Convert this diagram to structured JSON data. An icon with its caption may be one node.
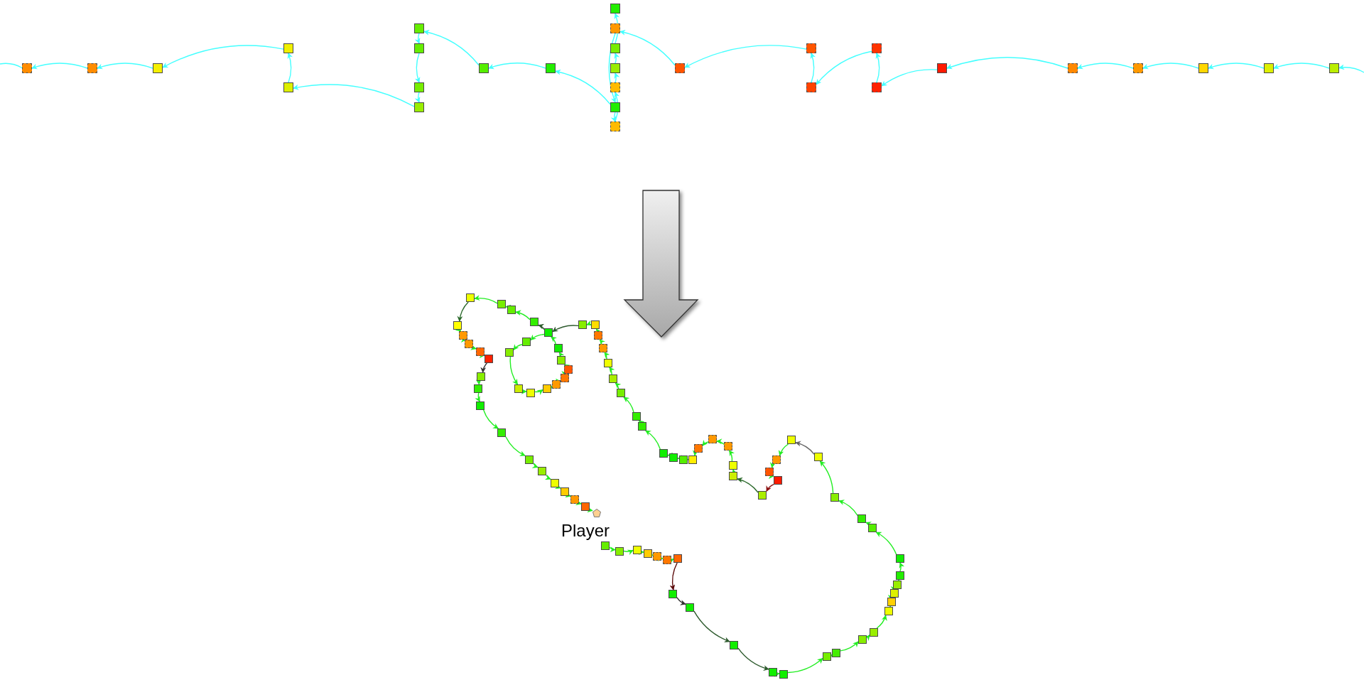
{
  "diagram": {
    "nodes": [
      {
        "text": [],
        "shape": "box"
      },
      {
        "text": [],
        "shape": "box"
      },
      {
        "text": [],
        "shape": "box"
      },
      {
        "text": [],
        "shape": "box"
      },
      {
        "text": [],
        "shape": "box"
      },
      {
        "text": [],
        "shape": "box"
      },
      {
        "text": [],
        "shape": "box"
      },
      {
        "text": [],
        "shape": "box"
      },
      {
        "text": [],
        "shape": "box"
      },
      {
        "text": [],
        "shape": "box"
      },
      {
        "text": [],
        "shape": "box"
      },
      {
        "text": [],
        "shape": "box"
      },
      {
        "text": [],
        "shape": "box"
      },
      {
        "text": [],
        "shape": "box"
      },
      {
        "text": [],
        "shape": "box"
      },
      {
        "text": [],
        "shape": "box"
      },
      {
        "text": [],
        "shape": "box"
      },
      {
        "text": [],
        "shape": "box"
      },
      {
        "text": [],
        "shape": "box"
      },
      {
        "text": [],
        "shape": "box"
      },
      {
        "text": [],
        "shape": "box"
      },
      {
        "text": [],
        "shape": "box"
      },
      {
        "text": [],
        "shape": "box"
      },
      {
        "text": [],
        "shape": "box"
      },
      {
        "text": [],
        "shape": "box"
      },
      {
        "text": [],
        "shape": "box"
      },
      {
        "text": [],
        "shape": "box"
      },
      {
        "text": [],
        "shape": "box"
      },
      {
        "text": [],
        "shape": "box"
      },
      {
        "text": [],
        "shape": "box"
      },
      {
        "text": [],
        "shape": "box"
      },
      {
        "text": [],
        "shape": "box"
      },
      {
        "text": [],
        "shape": "box"
      },
      {
        "text": [],
        "shape": "box"
      },
      {
        "text": [],
        "shape": "box"
      },
      {
        "text": [],
        "shape": "box"
      },
      {
        "text": [],
        "shape": "box"
      },
      {
        "text": [],
        "shape": "box"
      },
      {
        "text": [],
        "shape": "box"
      },
      {
        "text": [],
        "shape": "box"
      },
      {
        "text": [],
        "shape": "box"
      },
      {
        "text": [],
        "shape": "box"
      },
      {
        "text": [],
        "shape": "box"
      },
      {
        "text": [],
        "shape": "box"
      },
      {
        "text": [],
        "shape": "box"
      },
      {
        "text": [],
        "shape": "box"
      },
      {
        "text": [],
        "shape": "box"
      },
      {
        "text": [],
        "shape": "box"
      },
      {
        "text": [],
        "shape": "box"
      },
      {
        "text": [],
        "shape": "box"
      },
      {
        "text": [],
        "shape": "box"
      },
      {
        "text": [],
        "shape": "box"
      },
      {
        "text": [],
        "shape": "box"
      },
      {
        "text": [],
        "shape": "box"
      },
      {
        "text": [],
        "shape": "box"
      },
      {
        "text": [],
        "shape": "box"
      },
      {
        "text": [],
        "shape": "box"
      },
      {
        "text": [],
        "shape": "box"
      },
      {
        "text": [],
        "shape": "box"
      },
      {
        "text": [],
        "shape": "box"
      },
      {
        "text": [],
        "shape": "box"
      },
      {
        "text": [],
        "shape": "box"
      },
      {
        "text": [],
        "shape": "box"
      },
      {
        "text": [],
        "shape": "box"
      },
      {
        "text": [],
        "shape": "box"
      },
      {
        "text": [],
        "shape": "box"
      },
      {
        "text": [],
        "shape": "box"
      },
      {
        "text": [],
        "shape": "box"
      },
      {
        "text": [],
        "shape": "box"
      },
      {
        "text": [],
        "shape": "box"
      },
      {
        "text": [],
        "shape": "box"
      },
      {
        "text": [],
        "shape": "box"
      },
      {
        "text": [],
        "shape": "box"
      },
      {
        "text": [],
        "shape": "box"
      },
      {
        "text": [],
        "shape": "box"
      },
      {
        "text": [],
        "shape": "box"
      },
      {
        "text": [],
        "shape": "box"
      },
      {
        "text": [],
        "shape": "box"
      },
      {
        "text": [],
        "shape": "box"
      },
      {
        "text": [],
        "shape": "box"
      },
      {
        "text": [],
        "shape": "box"
      },
      {
        "text": [],
        "shape": "box"
      },
      {
        "text": [],
        "shape": "box"
      },
      {
        "text": [],
        "shape": "box"
      },
      {
        "text": [],
        "shape": "box"
      },
      {
        "text": [],
        "shape": "box"
      },
      {
        "text": [],
        "shape": "box"
      },
      {
        "text": [],
        "shape": "box"
      },
      {
        "text": [],
        "shape": "box"
      },
      {
        "text": [],
        "shape": "box"
      },
      {
        "text": [],
        "shape": "box"
      },
      {
        "text": [],
        "shape": "box"
      },
      {
        "text": [],
        "shape": "box"
      },
      {
        "text": [],
        "shape": "box"
      },
      {
        "text": [],
        "shape": "box"
      },
      {
        "text": [],
        "shape": "box"
      },
      {
        "text": [],
        "shape": "box"
      },
      {
        "text": [],
        "shape": "box"
      },
      {
        "text": [],
        "shape": "box"
      },
      {
        "text": [],
        "shape": "box"
      },
      {
        "text": [],
        "shape": "box"
      },
      {
        "text": [],
        "shape": "box"
      },
      {
        "text": [],
        "shape": "box"
      },
      {
        "text": [],
        "shape": "box"
      },
      {
        "text": [],
        "shape": "box"
      },
      {
        "text": [],
        "shape": "box"
      },
      {
        "text": [],
        "shape": "box"
      },
      {
        "text": [],
        "shape": "box"
      },
      {
        "text": [],
        "shape": "pentagon"
      }
    ],
    "edges": [
      {
        "from": null,
        "to": 28,
        "arrow": "to",
        "color": "#44ffff"
      },
      {
        "from": 28,
        "to": 27,
        "arrow": "to",
        "color": "#44ffff"
      },
      {
        "from": 27,
        "to": 26,
        "arrow": "to",
        "color": "#44ffff"
      },
      {
        "from": 26,
        "to": 25,
        "arrow": "to",
        "color": "#44ffff"
      },
      {
        "from": 25,
        "to": 24,
        "arrow": "to",
        "color": "#44ffff"
      },
      {
        "from": 24,
        "to": 23,
        "arrow": "to",
        "color": "#44ffff"
      },
      {
        "from": 23,
        "to": 22,
        "arrow": "to",
        "color": "#44ffff"
      },
      {
        "from": 22,
        "to": 21,
        "arrow": "to",
        "color": "#44ffff"
      },
      {
        "from": 21,
        "to": 20,
        "arrow": "to",
        "color": "#44ffff"
      },
      {
        "from": 20,
        "to": 19,
        "arrow": "to",
        "color": "#44ffff"
      },
      {
        "from": 19,
        "to": 18,
        "arrow": "to",
        "color": "#44ffff"
      },
      {
        "from": 18,
        "to": 12,
        "arrow": "to",
        "color": "#44ffff"
      },
      {
        "from": 12,
        "to": 16,
        "arrow": "to",
        "color": "#44ffff"
      },
      {
        "from": 16,
        "to": 17,
        "arrow": "to",
        "color": "#44ffff"
      },
      {
        "from": 17,
        "to": 15,
        "arrow": "to",
        "color": "#44ffff"
      },
      {
        "from": 15,
        "to": 14,
        "arrow": "to",
        "color": "#44ffff"
      },
      {
        "from": 14,
        "to": 13,
        "arrow": "to",
        "color": "#44ffff"
      },
      {
        "from": 13,
        "to": 11,
        "arrow": "to",
        "color": "#44ffff"
      },
      {
        "from": 16,
        "to": 10,
        "arrow": "to",
        "color": "#44ffff"
      },
      {
        "from": 10,
        "to": 9,
        "arrow": "to",
        "color": "#44ffff"
      },
      {
        "from": 9,
        "to": 5,
        "arrow": "to",
        "color": "#44ffff"
      },
      {
        "from": 5,
        "to": 6,
        "arrow": "to",
        "color": "#44ffff"
      },
      {
        "from": 6,
        "to": 7,
        "arrow": "to",
        "color": "#44ffff"
      },
      {
        "from": 7,
        "to": 8,
        "arrow": "to",
        "color": "#44ffff"
      },
      {
        "from": 8,
        "to": 4,
        "arrow": "to",
        "color": "#44ffff"
      },
      {
        "from": 4,
        "to": 3,
        "arrow": "to",
        "color": "#44ffff"
      },
      {
        "from": 3,
        "to": 2,
        "arrow": "to",
        "color": "#44ffff"
      },
      {
        "from": 2,
        "to": 1,
        "arrow": "to",
        "color": "#44ffff"
      },
      {
        "from": 1,
        "to": 0,
        "arrow": "to",
        "color": "#44ffff"
      },
      {
        "from": 0,
        "to": null,
        "arrow": "none",
        "color": "#44ffff"
      },
      {
        "from": 29,
        "to": 30,
        "arrow": "to"
      },
      {
        "from": 30,
        "to": 31,
        "arrow": "to"
      },
      {
        "from": 31,
        "to": 32,
        "arrow": "to"
      },
      {
        "from": 32,
        "to": 33,
        "arrow": "to"
      },
      {
        "from": 33,
        "to": 34,
        "arrow": "to"
      },
      {
        "from": 34,
        "to": 35,
        "arrow": "to"
      },
      {
        "from": 35,
        "to": 36,
        "arrow": "to",
        "color": "#5a0a0a"
      },
      {
        "from": 36,
        "to": 37,
        "arrow": "to",
        "color": "#333333"
      },
      {
        "from": 37,
        "to": 38,
        "arrow": "to",
        "color": "#2d5a2d"
      },
      {
        "from": 38,
        "to": 39,
        "arrow": "to",
        "color": "#2d5a2d"
      },
      {
        "from": 39,
        "to": 40,
        "arrow": "to"
      },
      {
        "from": 40,
        "to": 41,
        "arrow": "to"
      },
      {
        "from": 41,
        "to": 42,
        "arrow": "to"
      },
      {
        "from": 42,
        "to": 43,
        "arrow": "to"
      },
      {
        "from": 43,
        "to": 44,
        "arrow": "to"
      },
      {
        "from": 44,
        "to": 45,
        "arrow": "to"
      },
      {
        "from": 45,
        "to": 46,
        "arrow": "to"
      },
      {
        "from": 46,
        "to": 47,
        "arrow": "to"
      },
      {
        "from": 47,
        "to": 48,
        "arrow": "to"
      },
      {
        "from": 48,
        "to": 49,
        "arrow": "to"
      },
      {
        "from": 49,
        "to": 50,
        "arrow": "to"
      },
      {
        "from": 50,
        "to": 51,
        "arrow": "to"
      },
      {
        "from": 51,
        "to": 52,
        "arrow": "to"
      },
      {
        "from": 52,
        "to": 53,
        "arrow": "to"
      },
      {
        "from": 53,
        "to": 54,
        "arrow": "to"
      },
      {
        "from": 54,
        "to": 55,
        "arrow": "to",
        "color": "#666666"
      },
      {
        "from": 55,
        "to": 56,
        "arrow": "to"
      },
      {
        "from": 56,
        "to": 57,
        "arrow": "to"
      },
      {
        "from": 57,
        "to": 58,
        "arrow": "to"
      },
      {
        "from": 58,
        "to": 59,
        "arrow": "to",
        "color": "#8b1010"
      },
      {
        "from": 59,
        "to": 60,
        "arrow": "to",
        "color": "#2d6b2d"
      },
      {
        "from": 60,
        "to": 61,
        "arrow": "to"
      },
      {
        "from": 61,
        "to": 62,
        "arrow": "to"
      },
      {
        "from": 62,
        "to": 63,
        "arrow": "to"
      },
      {
        "from": 63,
        "to": 64,
        "arrow": "to"
      },
      {
        "from": 64,
        "to": 65,
        "arrow": "to"
      },
      {
        "from": 65,
        "to": 66,
        "arrow": "to"
      },
      {
        "from": 66,
        "to": 67,
        "arrow": "to"
      },
      {
        "from": 67,
        "to": 68,
        "arrow": "to"
      },
      {
        "from": 68,
        "to": 69,
        "arrow": "to"
      },
      {
        "from": 69,
        "to": 70,
        "arrow": "to"
      },
      {
        "from": 70,
        "to": 71,
        "arrow": "to"
      },
      {
        "from": 71,
        "to": 72,
        "arrow": "to"
      },
      {
        "from": 72,
        "to": 73,
        "arrow": "to"
      },
      {
        "from": 73,
        "to": 74,
        "arrow": "to"
      },
      {
        "from": 74,
        "to": 75,
        "arrow": "to"
      },
      {
        "from": 75,
        "to": 76,
        "arrow": "to"
      },
      {
        "from": 76,
        "to": 77,
        "arrow": "to"
      },
      {
        "from": 77,
        "to": 78,
        "arrow": "to",
        "color": "#2d5a2d"
      },
      {
        "from": 78,
        "to": 79,
        "arrow": "to"
      },
      {
        "from": 79,
        "to": 80,
        "arrow": "to"
      },
      {
        "from": 80,
        "to": 81,
        "arrow": "to"
      },
      {
        "from": 81,
        "to": 82,
        "arrow": "to"
      },
      {
        "from": 82,
        "to": 83,
        "arrow": "to"
      },
      {
        "from": 83,
        "to": 84,
        "arrow": "to"
      },
      {
        "from": 84,
        "to": 85,
        "arrow": "to"
      },
      {
        "from": 85,
        "to": 86,
        "arrow": "to"
      },
      {
        "from": 86,
        "to": 87,
        "arrow": "to"
      },
      {
        "from": 87,
        "to": 88,
        "arrow": "to"
      },
      {
        "from": 88,
        "to": 78,
        "arrow": "to"
      },
      {
        "from": 78,
        "to": 89,
        "arrow": "to",
        "color": "#2d5a2d"
      },
      {
        "from": 89,
        "to": 90,
        "arrow": "to"
      },
      {
        "from": 90,
        "to": 91,
        "arrow": "to"
      },
      {
        "from": 91,
        "to": 92,
        "arrow": "to"
      },
      {
        "from": 92,
        "to": 93,
        "arrow": "to",
        "color": "#2d6b2d"
      },
      {
        "from": 93,
        "to": 94,
        "arrow": "to"
      },
      {
        "from": 94,
        "to": 95,
        "arrow": "to"
      },
      {
        "from": 95,
        "to": 96,
        "arrow": "to"
      },
      {
        "from": 96,
        "to": 97,
        "arrow": "to"
      },
      {
        "from": 97,
        "to": 98,
        "arrow": "to",
        "color": "#333333"
      },
      {
        "from": 98,
        "to": 99,
        "arrow": "to"
      },
      {
        "from": 99,
        "to": 100,
        "arrow": "to"
      },
      {
        "from": 100,
        "to": 101,
        "arrow": "to"
      },
      {
        "from": 101,
        "to": 102,
        "arrow": "to"
      },
      {
        "from": 102,
        "to": 103,
        "arrow": "to"
      },
      {
        "from": 103,
        "to": 104,
        "arrow": "to"
      },
      {
        "from": 104,
        "to": 105,
        "arrow": "to"
      },
      {
        "from": 105,
        "to": 106,
        "arrow": "to"
      },
      {
        "from": 106,
        "to": 107,
        "arrow": "to"
      },
      {
        "from": 107,
        "to": 108,
        "arrow": "to"
      }
    ],
    "labels": [
      "Player"
    ]
  }
}
